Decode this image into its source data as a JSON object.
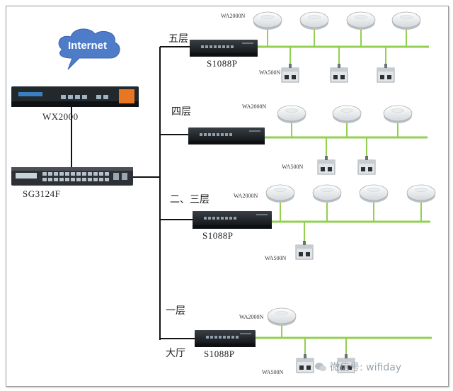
{
  "internet": "Internet",
  "controller": "WX2000",
  "core_switch": "SG3124F",
  "floors": {
    "f5": {
      "name": "五层",
      "switch": "S1088P",
      "ap": "WA2000N",
      "ap2": "WA500N"
    },
    "f4": {
      "name": "四层",
      "ap": "WA2000N",
      "ap2": "WA500N"
    },
    "f23": {
      "name": "二、三层",
      "switch": "S1088P",
      "ap": "WA2000N",
      "ap2": "WA500N"
    },
    "f1": {
      "name": "一层",
      "name2": "大厅",
      "switch": "S1088P",
      "ap": "WA2000N",
      "ap2": "WA500N"
    }
  },
  "watermark": "微信号: wifiday",
  "colors": {
    "trunk": "#92d050",
    "cloud": "#4472c4",
    "controller_trim": "#e87722"
  }
}
